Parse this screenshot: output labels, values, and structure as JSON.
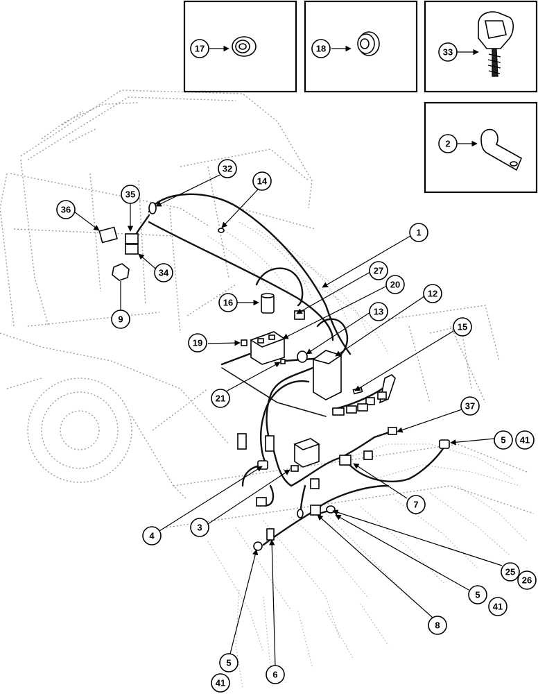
{
  "callouts": {
    "c1": "1",
    "c2": "2",
    "c3": "3",
    "c4": "4",
    "c5a": "5",
    "c5b": "5",
    "c5c": "5",
    "c6": "6",
    "c7": "7",
    "c8": "8",
    "c9": "9",
    "c12": "12",
    "c13": "13",
    "c14": "14",
    "c15": "15",
    "c16": "16",
    "c17": "17",
    "c18": "18",
    "c19": "19",
    "c20": "20",
    "c21": "21",
    "c25": "25",
    "c26": "26",
    "c27": "27",
    "c32": "32",
    "c33": "33",
    "c34": "34",
    "c35": "35",
    "c36": "36",
    "c37": "37",
    "c41a": "41",
    "c41b": "41",
    "c41c": "41"
  }
}
